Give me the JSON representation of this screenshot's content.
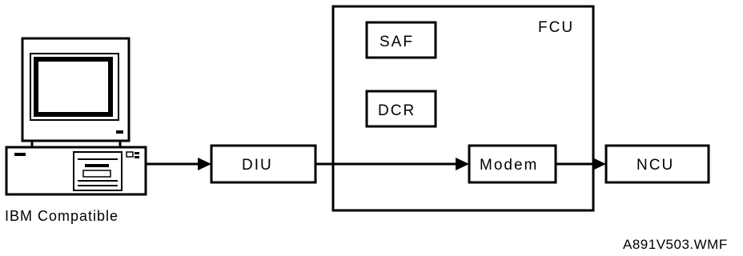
{
  "diagram": {
    "pc_label": "IBM Compatible",
    "diu_label": "DIU",
    "fcu_label": "FCU",
    "saf_label": "SAF",
    "dcr_label": "DCR",
    "modem_label": "Modem",
    "ncu_label": "NCU",
    "file_label": "A891V503.WMF"
  },
  "icons": {
    "pc": "computer-icon"
  }
}
